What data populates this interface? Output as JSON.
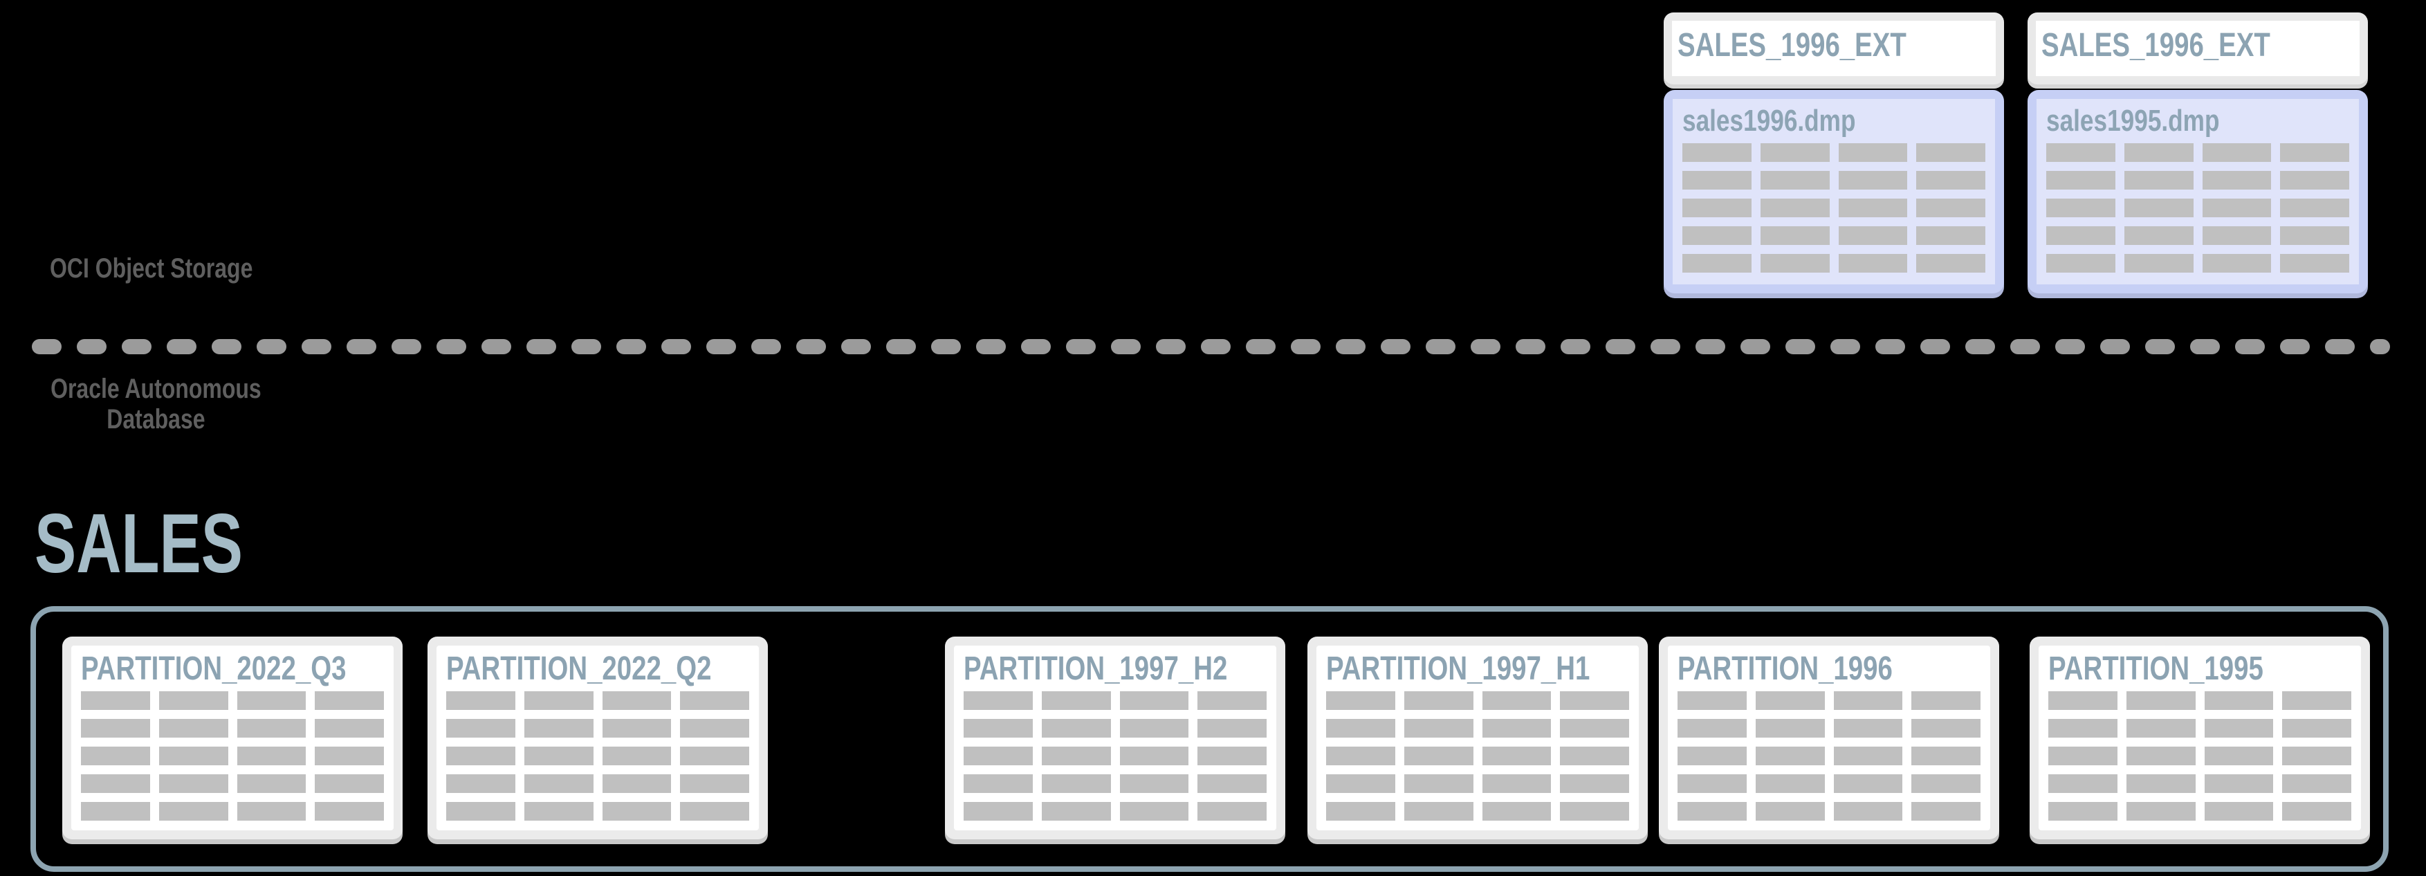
{
  "zones": {
    "object_storage": {
      "label": "OCI Object Storage"
    },
    "database": {
      "label": "Oracle Autonomous\nDatabase"
    }
  },
  "object_storage": {
    "external_tables": [
      {
        "title": "SALES_1996_EXT",
        "file": "sales1996.dmp"
      },
      {
        "title": "SALES_1996_EXT",
        "file": "sales1995.dmp"
      }
    ]
  },
  "database": {
    "table_name": "SALES",
    "partitions": [
      {
        "label": "PARTITION_2022_Q3"
      },
      {
        "label": "PARTITION_2022_Q2"
      },
      {
        "label": "PARTITION_1997_H2"
      },
      {
        "label": "PARTITION_1997_H1"
      },
      {
        "label": "PARTITION_1996"
      },
      {
        "label": "PARTITION_1995"
      }
    ]
  },
  "grid": {
    "rows": 5,
    "cols": 4
  },
  "colors": {
    "background": "#000000",
    "table_title_slate": "#8ca3b2",
    "sales_title": "#a5bcc7",
    "zone_label_gray": "#5f5f5f",
    "divider_dash_gray": "#9b9b9b",
    "container_border": "#8da4b1",
    "card_frame": "#ebebeb",
    "card_inner": "#ffffff",
    "cell_gray": "#c0c0c0",
    "ext_frame_periwinkle": "#c6cff5",
    "ext_inner_lavender": "#e0e4fa"
  }
}
